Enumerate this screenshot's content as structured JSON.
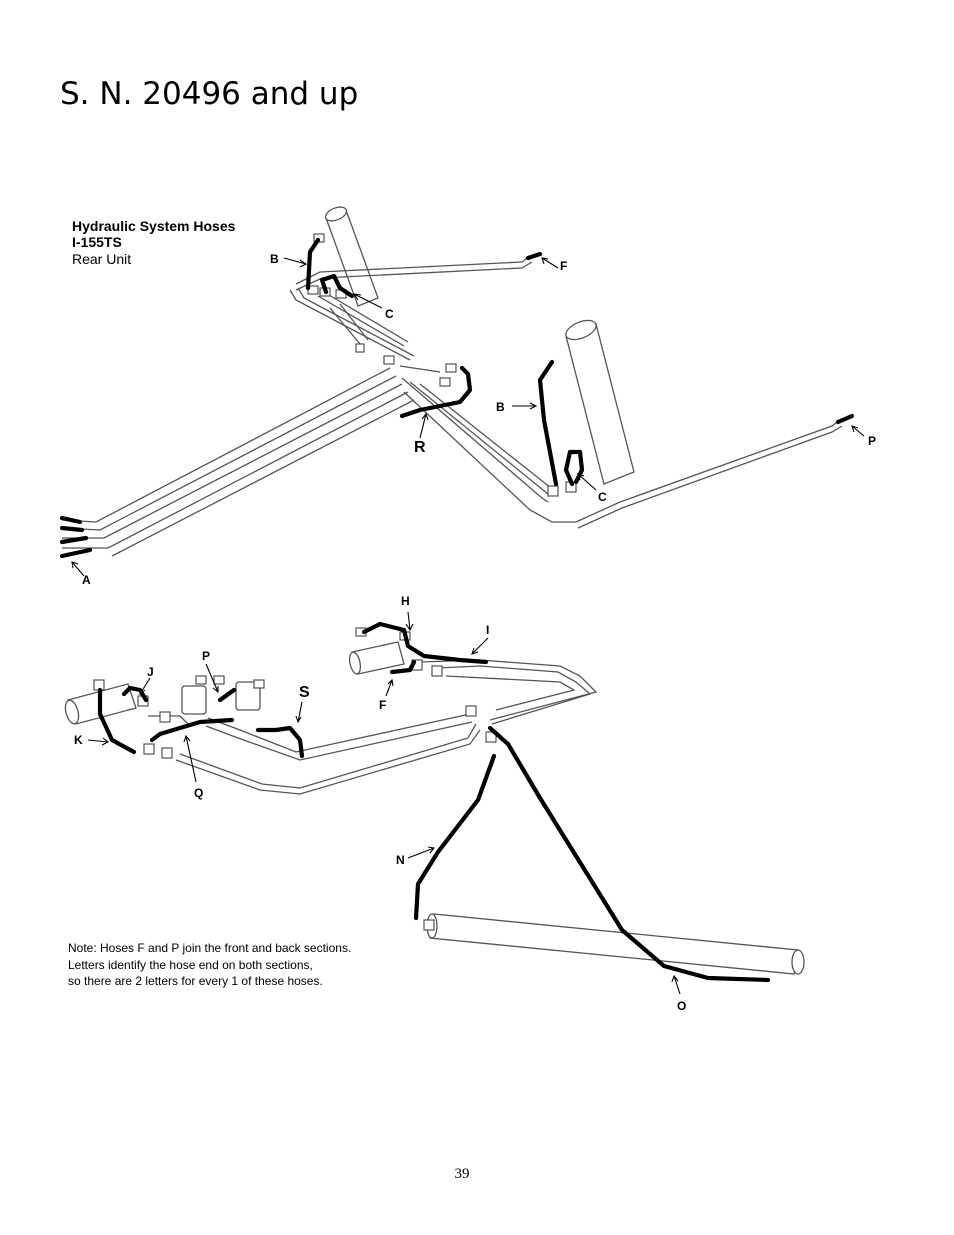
{
  "page": {
    "title": "S. N. 20496 and up",
    "page_number": "39"
  },
  "diagram": {
    "title_line1": "Hydraulic System Hoses",
    "title_line2": "I-155TS",
    "title_line3": "Rear Unit",
    "note_line1": "Note: Hoses F and P join the front and back sections.",
    "note_line2": "Letters identify the hose end on both sections,",
    "note_line3": "so there are 2 letters for every 1 of these hoses.",
    "labels": {
      "A": "A",
      "B": "B",
      "C": "C",
      "F": "F",
      "P": "P",
      "R": "R",
      "H": "H",
      "I": "I",
      "J": "J",
      "K": "K",
      "Q": "Q",
      "S": "S",
      "N": "N",
      "O": "O"
    }
  }
}
